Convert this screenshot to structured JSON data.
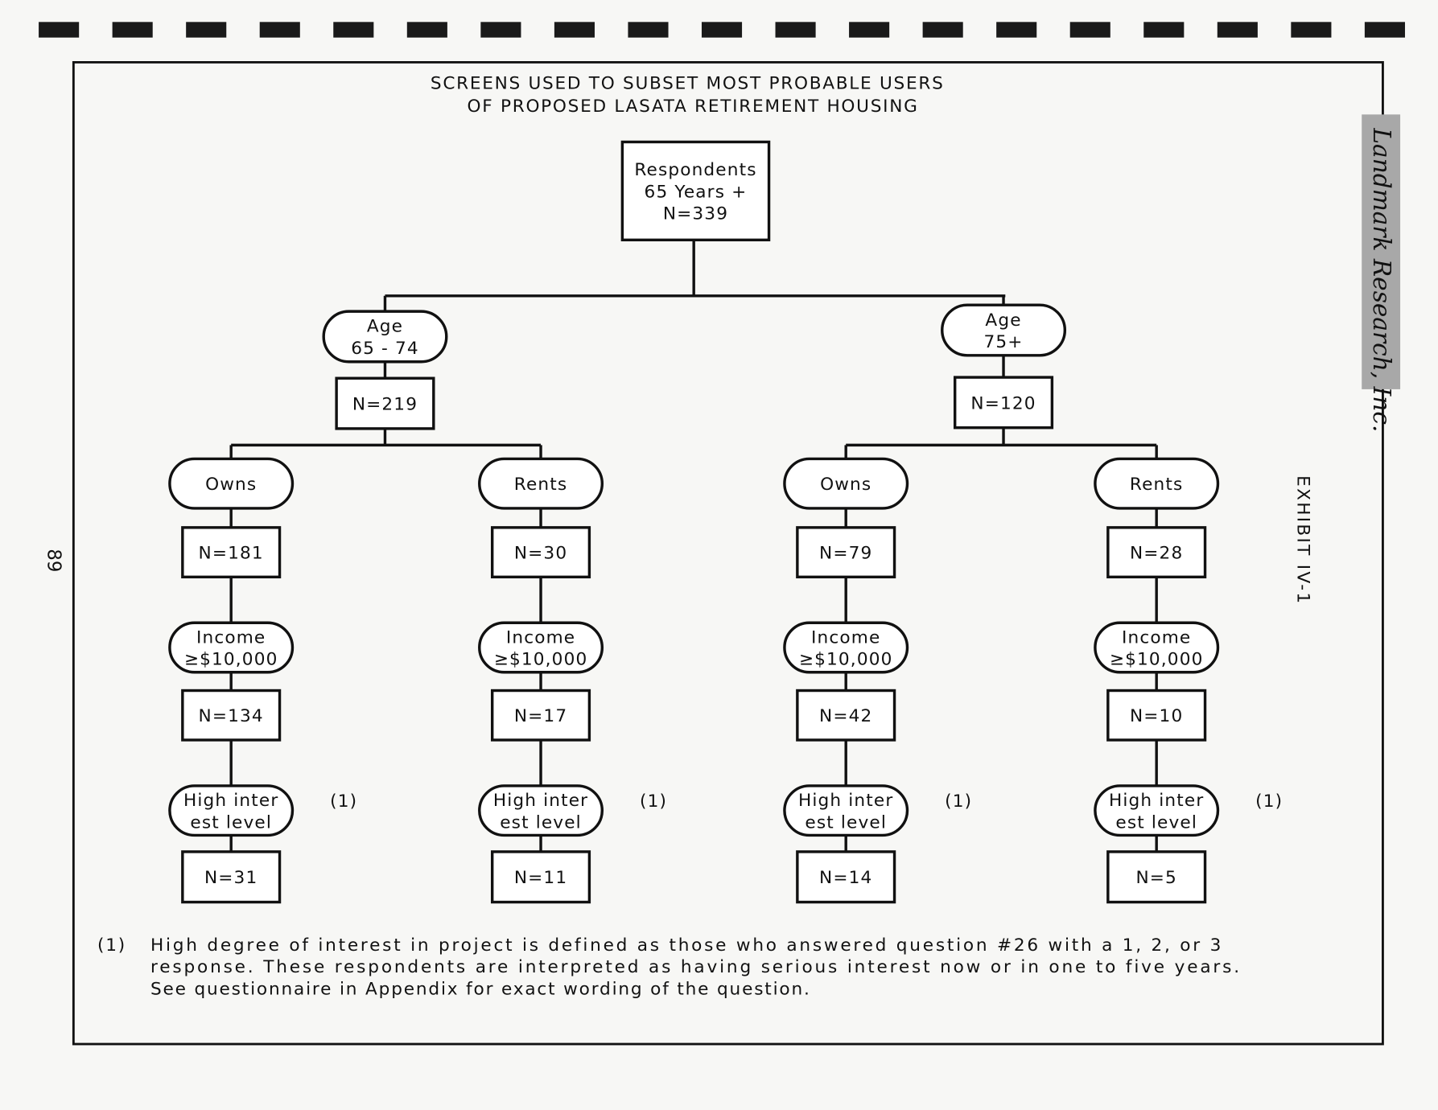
{
  "title": [
    "SCREENS USED TO SUBSET MOST PROBABLE USERS",
    "OF PROPOSED LASATA RETIREMENT HOUSING"
  ],
  "page_number": "89",
  "exhibit_label": "EXHIBIT IV-1",
  "logo_text": "Landmark Research, Inc.",
  "root": {
    "lines": [
      "Respondents",
      "65 Years +",
      "N=339"
    ]
  },
  "branches": [
    {
      "age_lines": [
        "Age",
        "65 - 74"
      ],
      "n": "N=219",
      "groups": [
        {
          "tenure": "Owns",
          "n": "N=181",
          "income": [
            "Income",
            "≥$10,000"
          ],
          "n_income": "N=134",
          "interest": [
            "High inter",
            "est level"
          ],
          "note": "(1)",
          "n_interest": "N=31"
        },
        {
          "tenure": "Rents",
          "n": "N=30",
          "income": [
            "Income",
            "≥$10,000"
          ],
          "n_income": "N=17",
          "interest": [
            "High inter",
            "est level"
          ],
          "note": "(1)",
          "n_interest": "N=11"
        }
      ]
    },
    {
      "age_lines": [
        "Age",
        "75+"
      ],
      "n": "N=120",
      "groups": [
        {
          "tenure": "Owns",
          "n": "N=79",
          "income": [
            "Income",
            "≥$10,000"
          ],
          "n_income": "N=42",
          "interest": [
            "High inter",
            "est level"
          ],
          "note": "(1)",
          "n_interest": "N=14"
        },
        {
          "tenure": "Rents",
          "n": "N=28",
          "income": [
            "Income",
            "≥$10,000"
          ],
          "n_income": "N=10",
          "interest": [
            "High inter",
            "est level"
          ],
          "note": "(1)",
          "n_interest": "N=5"
        }
      ]
    }
  ],
  "footnote": {
    "marker": "(1)",
    "lines": [
      "High degree of interest in project is defined as those who answered question #26 with a 1, 2, or 3",
      "response.  These respondents are interpreted as having serious interest now or in one to five years.",
      "See questionnaire in Appendix for exact wording of the question."
    ]
  }
}
